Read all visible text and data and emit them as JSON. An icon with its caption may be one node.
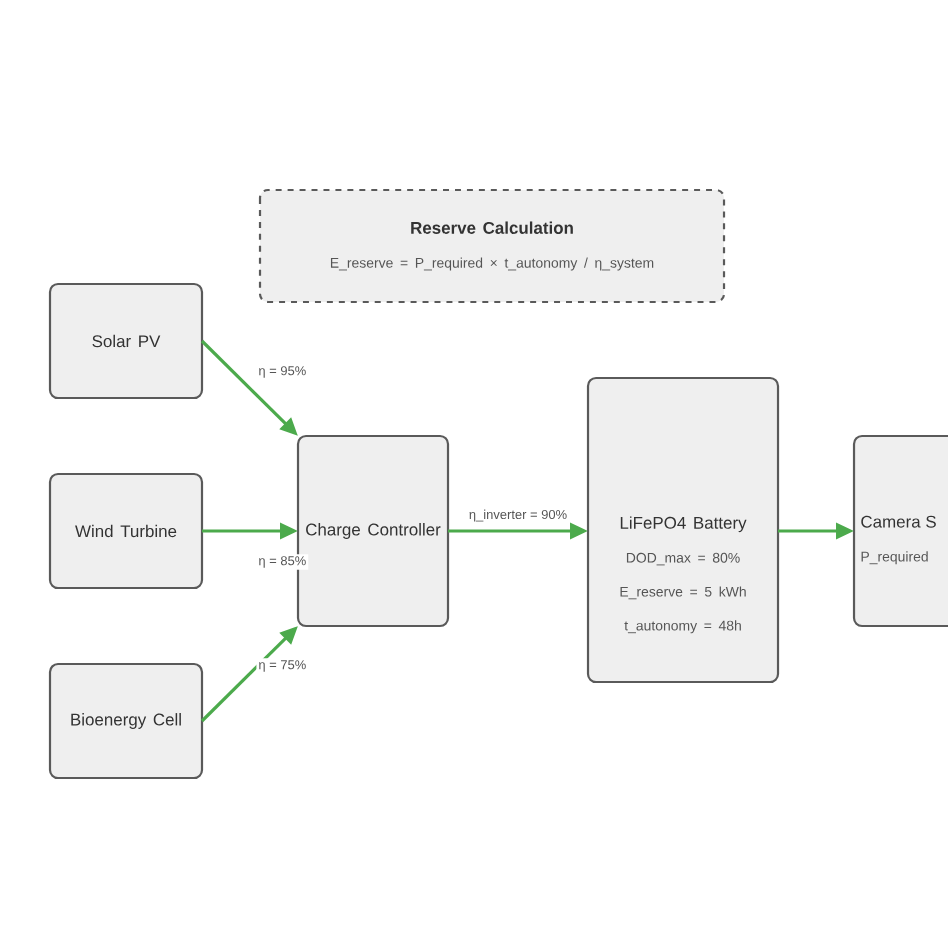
{
  "diagram": {
    "nodes": [
      {
        "text": [
          "Reserve Calculation",
          "E_reserve = P_required × t_autonomy / η_system"
        ]
      },
      {
        "text": [
          "Solar PV"
        ]
      },
      {
        "text": [
          "Wind Turbine"
        ]
      },
      {
        "text": [
          "Bioenergy Cell"
        ]
      },
      {
        "text": [
          "Charge Controller"
        ]
      },
      {
        "text": [
          "LiFePO4 Battery",
          "DOD_max = 80%",
          "E_reserve = 5 kWh",
          "t_autonomy = 48h"
        ]
      },
      {
        "text": [
          "Camera S",
          "P_required"
        ]
      }
    ],
    "edges": [
      {
        "from": 1,
        "to": 4,
        "arrow": "to",
        "label": "η = 95%"
      },
      {
        "from": 2,
        "to": 4,
        "arrow": "to",
        "label": "η = 85%"
      },
      {
        "from": 3,
        "to": 4,
        "arrow": "to",
        "label": "η = 75%"
      },
      {
        "from": 4,
        "to": 5,
        "arrow": "to",
        "label": "η_inverter = 90%"
      },
      {
        "from": 5,
        "to": 6,
        "arrow": "to"
      }
    ]
  }
}
